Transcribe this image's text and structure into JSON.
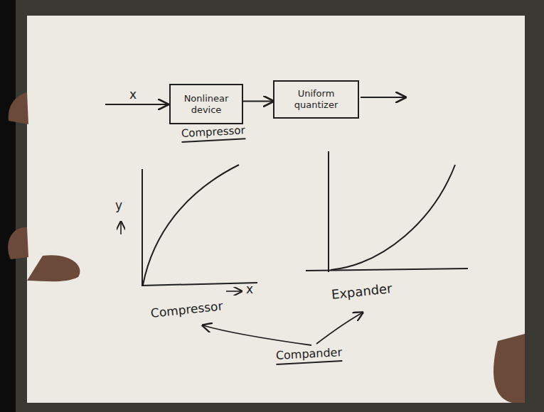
{
  "diagram": {
    "nodes": [
      {
        "text": [
          "Nonlinear device"
        ]
      },
      {
        "text": [
          "Uniform quantizer"
        ]
      }
    ],
    "edges": [
      {
        "from": 0,
        "to": 1,
        "arrow": "to"
      }
    ],
    "labels": [
      "x",
      "Compressor",
      "y",
      "x",
      "Compressor",
      "Expander",
      "Compander"
    ]
  }
}
